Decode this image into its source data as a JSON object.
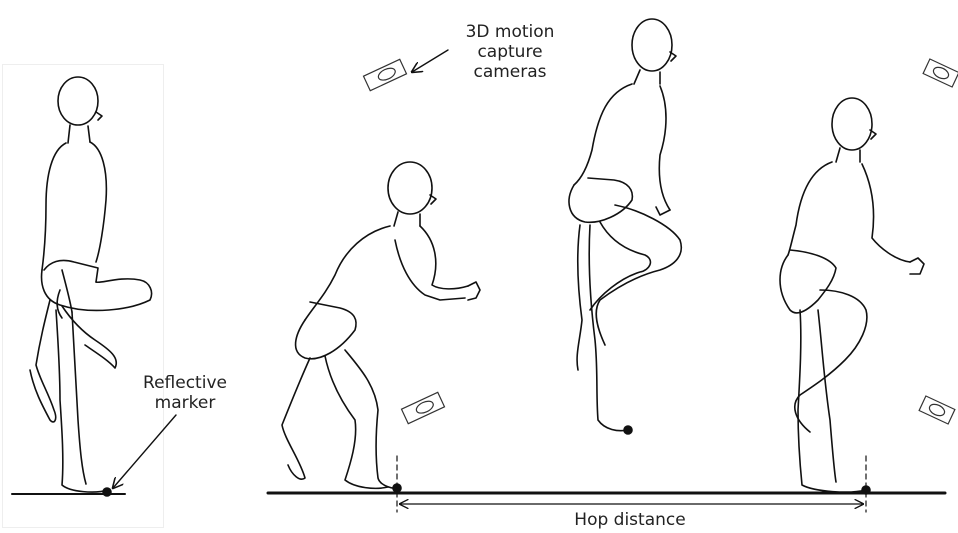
{
  "labels": {
    "cameras_line1": "3D motion",
    "cameras_line2": "capture",
    "cameras_line3": "cameras",
    "marker_line1": "Reflective",
    "marker_line2": "marker",
    "hop_distance": "Hop distance"
  },
  "colors": {
    "ink": "#111111",
    "background": "#ffffff",
    "panel_border": "#e6e6e6"
  },
  "icons": [
    "camera-icon",
    "marker-dot",
    "arrow-icon"
  ]
}
